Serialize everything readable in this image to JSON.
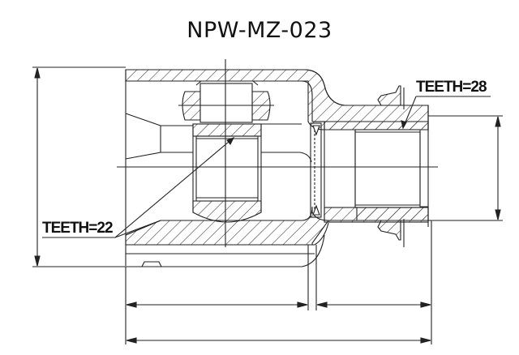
{
  "title": "NPW-MZ-023",
  "annotations": {
    "outer_teeth": "TEETH=28",
    "inner_teeth": "TEETH=22"
  },
  "colors": {
    "line": "#222222",
    "hatch": "#333333",
    "background": "#ffffff"
  }
}
